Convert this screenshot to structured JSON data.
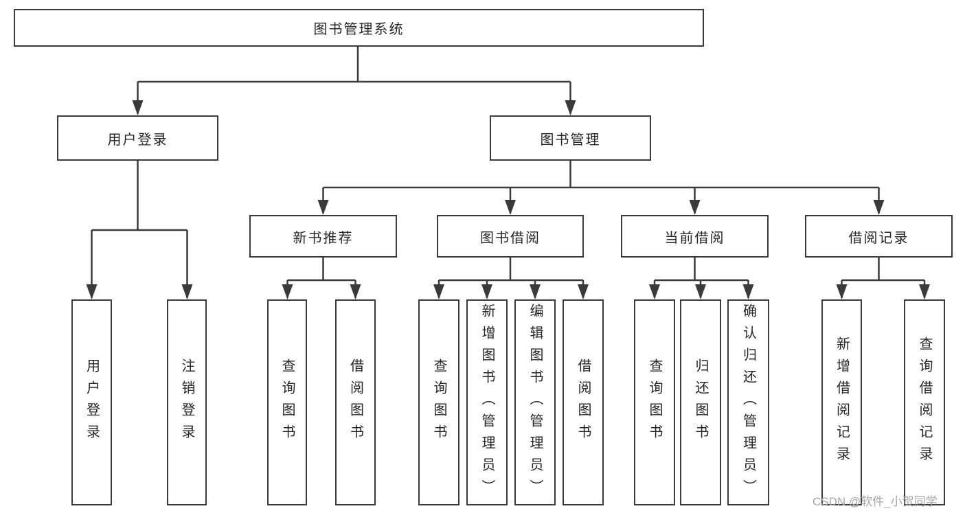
{
  "diagram_type": "hierarchy-tree",
  "colors": {
    "background": "#ffffff",
    "line": "#3a3a3a",
    "box_border": "#3a3a3a",
    "text": "#262626",
    "watermark": "#a6a6a6"
  },
  "tree": {
    "label": "图书管理系统",
    "children": [
      {
        "label": "用户登录",
        "children": [
          {
            "label": "用户登录"
          },
          {
            "label": "注销登录"
          }
        ]
      },
      {
        "label": "图书管理",
        "children": [
          {
            "label": "新书推荐",
            "children": [
              {
                "label": "查询图书"
              },
              {
                "label": "借阅图书"
              }
            ]
          },
          {
            "label": "图书借阅",
            "children": [
              {
                "label": "查询图书"
              },
              {
                "label": "新增图书（管理员）"
              },
              {
                "label": "编辑图书（管理员）"
              },
              {
                "label": "借阅图书"
              }
            ]
          },
          {
            "label": "当前借阅",
            "children": [
              {
                "label": "查询图书"
              },
              {
                "label": "归还图书"
              },
              {
                "label": "确认归还（管理员）"
              }
            ]
          },
          {
            "label": "借阅记录",
            "children": [
              {
                "label": "新增借阅记录"
              },
              {
                "label": "查询借阅记录"
              }
            ]
          }
        ]
      }
    ]
  },
  "watermark": {
    "text": "CSDN @软件_小贺同学"
  }
}
